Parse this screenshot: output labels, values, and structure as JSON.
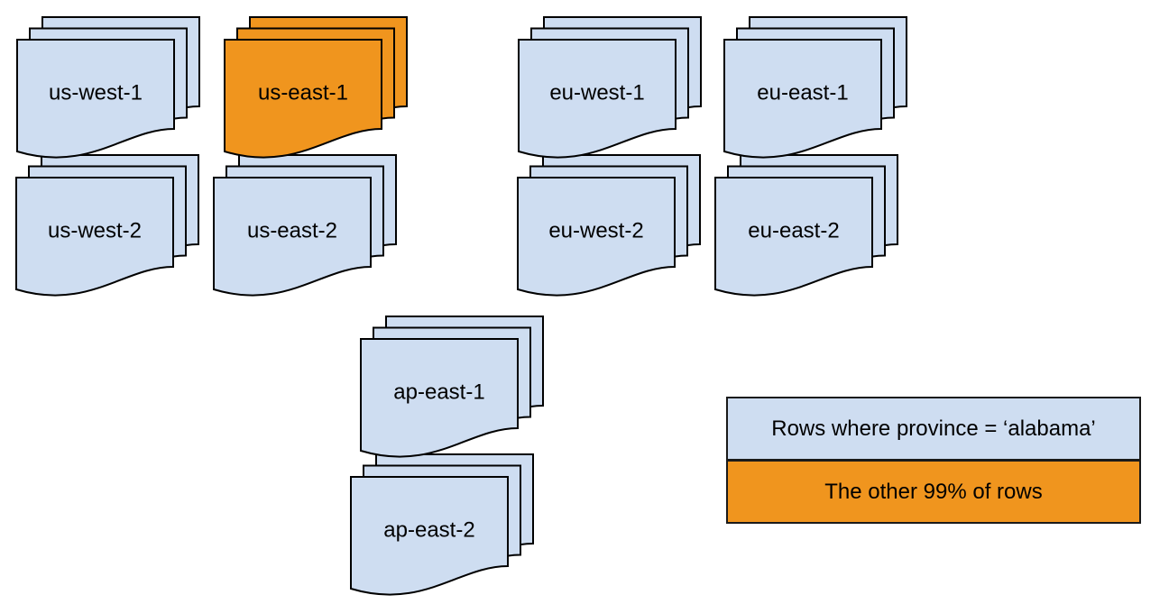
{
  "colors": {
    "region_fill": "#ceddf1",
    "highlight_fill": "#f0951e",
    "outline": "#000000",
    "legend_border": "#1a1a1a",
    "text": "#000000",
    "background": "#ffffff"
  },
  "stacks": [
    {
      "id": "us-west-1",
      "label": "us-west-1",
      "highlighted": false
    },
    {
      "id": "us-east-1",
      "label": "us-east-1",
      "highlighted": true
    },
    {
      "id": "eu-west-1",
      "label": "eu-west-1",
      "highlighted": false
    },
    {
      "id": "eu-east-1",
      "label": "eu-east-1",
      "highlighted": false
    },
    {
      "id": "us-west-2",
      "label": "us-west-2",
      "highlighted": false
    },
    {
      "id": "us-east-2",
      "label": "us-east-2",
      "highlighted": false
    },
    {
      "id": "eu-west-2",
      "label": "eu-west-2",
      "highlighted": false
    },
    {
      "id": "eu-east-2",
      "label": "eu-east-2",
      "highlighted": false
    },
    {
      "id": "ap-east-1",
      "label": "ap-east-1",
      "highlighted": false
    },
    {
      "id": "ap-east-2",
      "label": "ap-east-2",
      "highlighted": false
    }
  ],
  "legend": {
    "items": [
      {
        "label": "Rows where province = ‘alabama’",
        "swatch": "region_fill"
      },
      {
        "label": "The other 99% of rows",
        "swatch": "highlight_fill"
      }
    ]
  }
}
